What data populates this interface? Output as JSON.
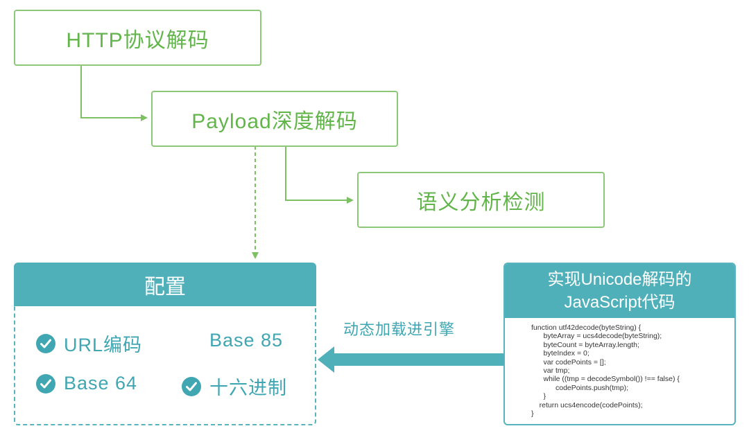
{
  "flow": {
    "http_decode": "HTTP协议解码",
    "payload_decode": "Payload深度解码",
    "semantic_detect": "语义分析检测"
  },
  "config": {
    "title": "配置",
    "items": [
      {
        "label": "URL编码",
        "checked": true
      },
      {
        "label": "Base 85",
        "checked": false
      },
      {
        "label": "Base 64",
        "checked": true
      },
      {
        "label": "十六进制",
        "checked": true
      }
    ]
  },
  "engine_label": "动态加载进引擎",
  "js_code": {
    "title_line1": "实现Unicode解码的",
    "title_line2": "JavaScript代码",
    "lines": [
      "function utf42decode(byteString) {",
      "      byteArray = ucs4decode(byteString);",
      "      byteCount = byteArray.length;",
      "      byteIndex = 0;",
      "      var codePoints = [];",
      "      var tmp;",
      "      while ((tmp = decodeSymbol()) !== false) {",
      "            codePoints.push(tmp);",
      "      }",
      "    return ucs4encode(codePoints);",
      "}"
    ]
  },
  "colors": {
    "green": "#62b54a",
    "green_border": "#8cc877",
    "teal": "#4fb0ba",
    "teal_text": "#3fa6b2"
  }
}
